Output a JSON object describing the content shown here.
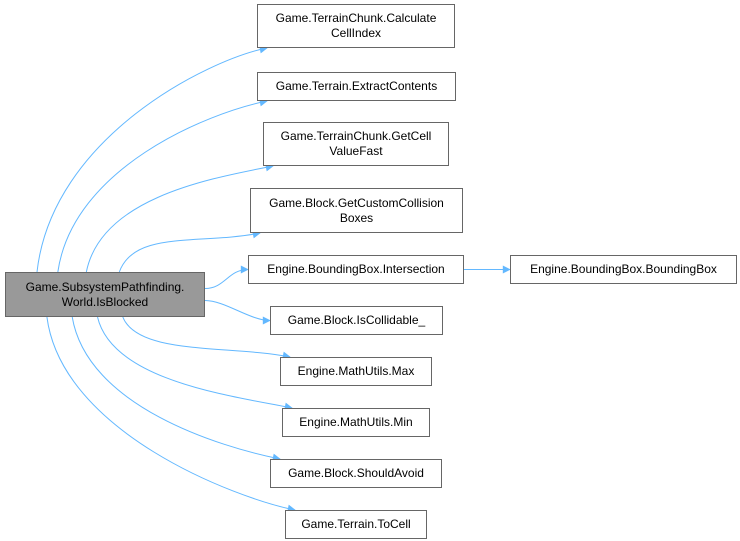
{
  "graph": {
    "edge_color": "#63b8ff",
    "root": {
      "id": "root",
      "label": "Game.SubsystemPathfinding.\nWorld.IsBlocked",
      "fill": "#999999"
    },
    "nodes": [
      {
        "id": "n1",
        "label": "Game.TerrainChunk.Calculate\nCellIndex"
      },
      {
        "id": "n2",
        "label": "Game.Terrain.ExtractContents"
      },
      {
        "id": "n3",
        "label": "Game.TerrainChunk.GetCell\nValueFast"
      },
      {
        "id": "n4",
        "label": "Game.Block.GetCustomCollision\nBoxes"
      },
      {
        "id": "n5",
        "label": "Engine.BoundingBox.Intersection"
      },
      {
        "id": "n6",
        "label": "Engine.BoundingBox.BoundingBox"
      },
      {
        "id": "n7",
        "label": "Game.Block.IsCollidable_"
      },
      {
        "id": "n8",
        "label": "Engine.MathUtils.Max"
      },
      {
        "id": "n9",
        "label": "Engine.MathUtils.Min"
      },
      {
        "id": "n10",
        "label": "Game.Block.ShouldAvoid"
      },
      {
        "id": "n11",
        "label": "Game.Terrain.ToCell"
      }
    ],
    "edges": [
      {
        "from": "root",
        "to": "n1"
      },
      {
        "from": "root",
        "to": "n2"
      },
      {
        "from": "root",
        "to": "n3"
      },
      {
        "from": "root",
        "to": "n4"
      },
      {
        "from": "root",
        "to": "n5"
      },
      {
        "from": "root",
        "to": "n7"
      },
      {
        "from": "root",
        "to": "n8"
      },
      {
        "from": "root",
        "to": "n9"
      },
      {
        "from": "root",
        "to": "n10"
      },
      {
        "from": "root",
        "to": "n11"
      },
      {
        "from": "n5",
        "to": "n6"
      }
    ]
  }
}
